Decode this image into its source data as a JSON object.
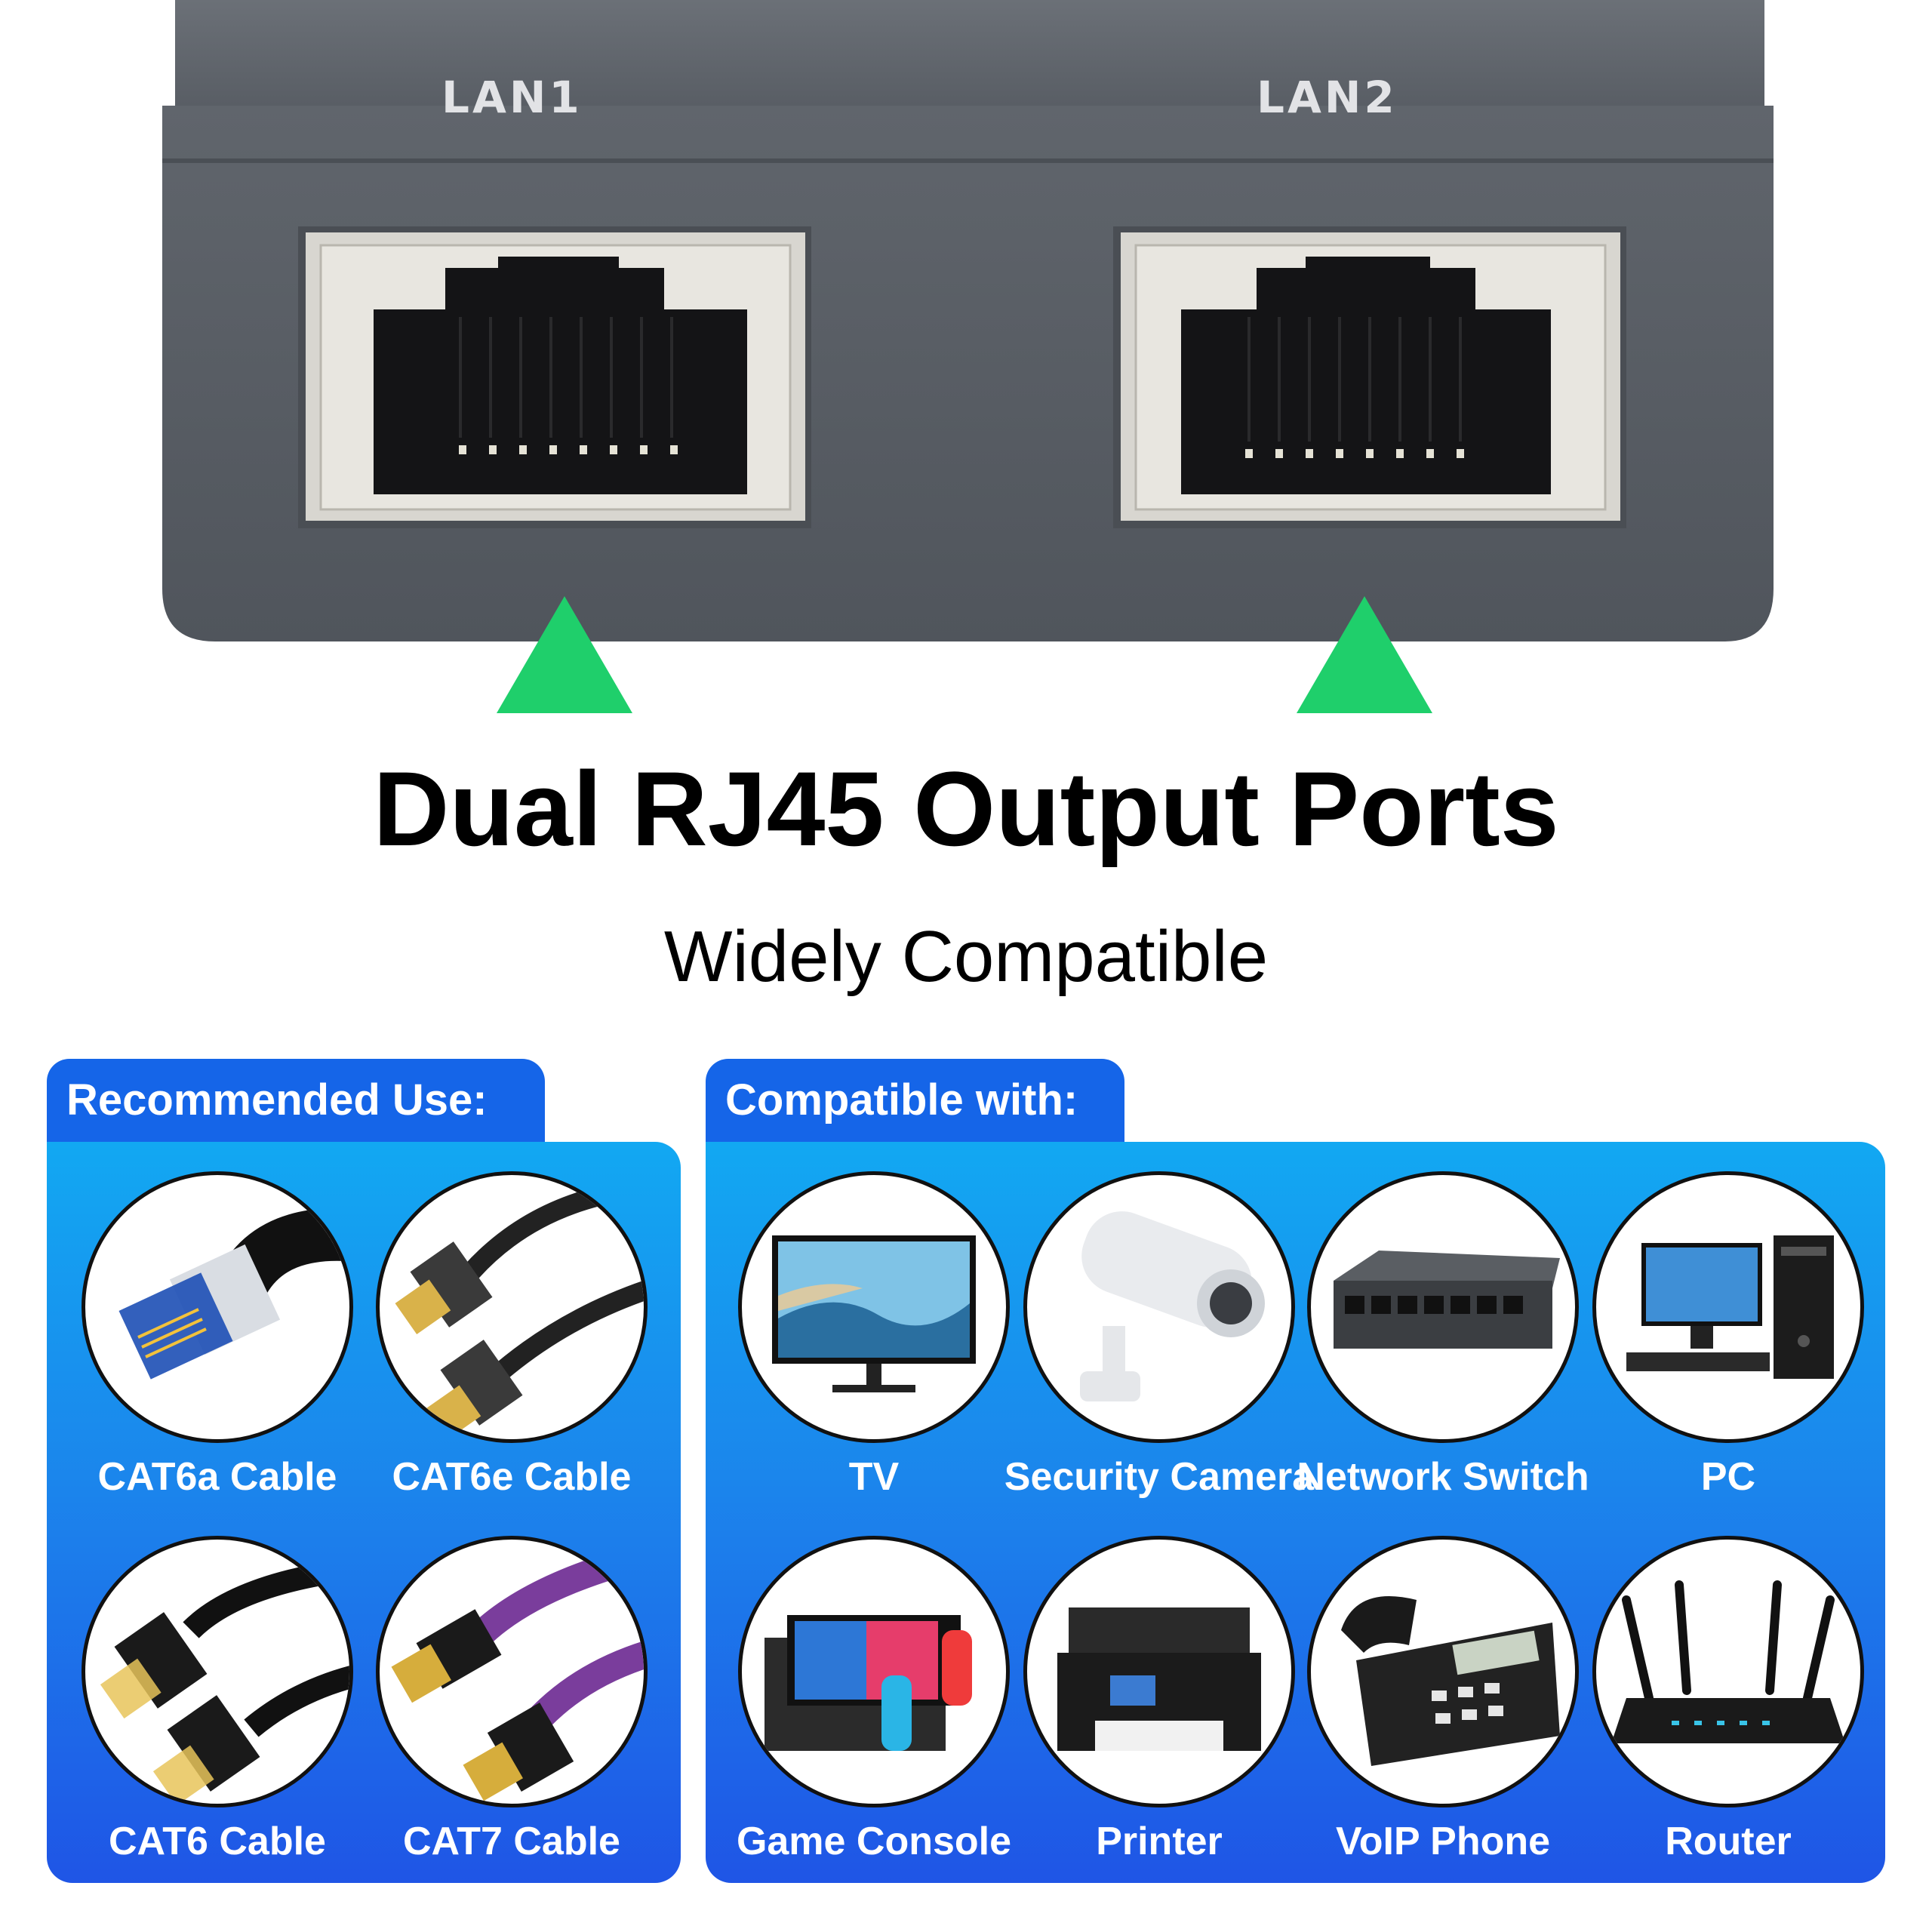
{
  "device": {
    "port_labels": [
      "LAN1",
      "LAN2"
    ],
    "body_color": "#5d6269",
    "arrow_color": "#1fcf6b"
  },
  "headline": {
    "title": "Dual RJ45 Output Ports",
    "subtitle": "Widely Compatible"
  },
  "recommended": {
    "heading": "Recommended Use:",
    "items": [
      {
        "label": "CAT6a Cable",
        "icon": "cat6a-cable-icon"
      },
      {
        "label": "CAT6e Cable",
        "icon": "cat6e-cable-icon"
      },
      {
        "label": "CAT6 Cable",
        "icon": "cat6-cable-icon"
      },
      {
        "label": "CAT7 Cable",
        "icon": "cat7-cable-icon"
      }
    ]
  },
  "compatible": {
    "heading": "Compatible with:",
    "items": [
      {
        "label": "TV",
        "icon": "tv-icon"
      },
      {
        "label": "Security Camera",
        "icon": "security-camera-icon"
      },
      {
        "label": "Network Switch",
        "icon": "network-switch-icon"
      },
      {
        "label": "PC",
        "icon": "pc-icon"
      },
      {
        "label": "Game Console",
        "icon": "game-console-icon"
      },
      {
        "label": "Printer",
        "icon": "printer-icon"
      },
      {
        "label": "VoIP Phone",
        "icon": "voip-phone-icon"
      },
      {
        "label": "Router",
        "icon": "router-icon"
      }
    ]
  },
  "colors": {
    "tab_blue": "#1565e8",
    "panel_top": "#12a8f2",
    "panel_bottom": "#1f55e6"
  }
}
